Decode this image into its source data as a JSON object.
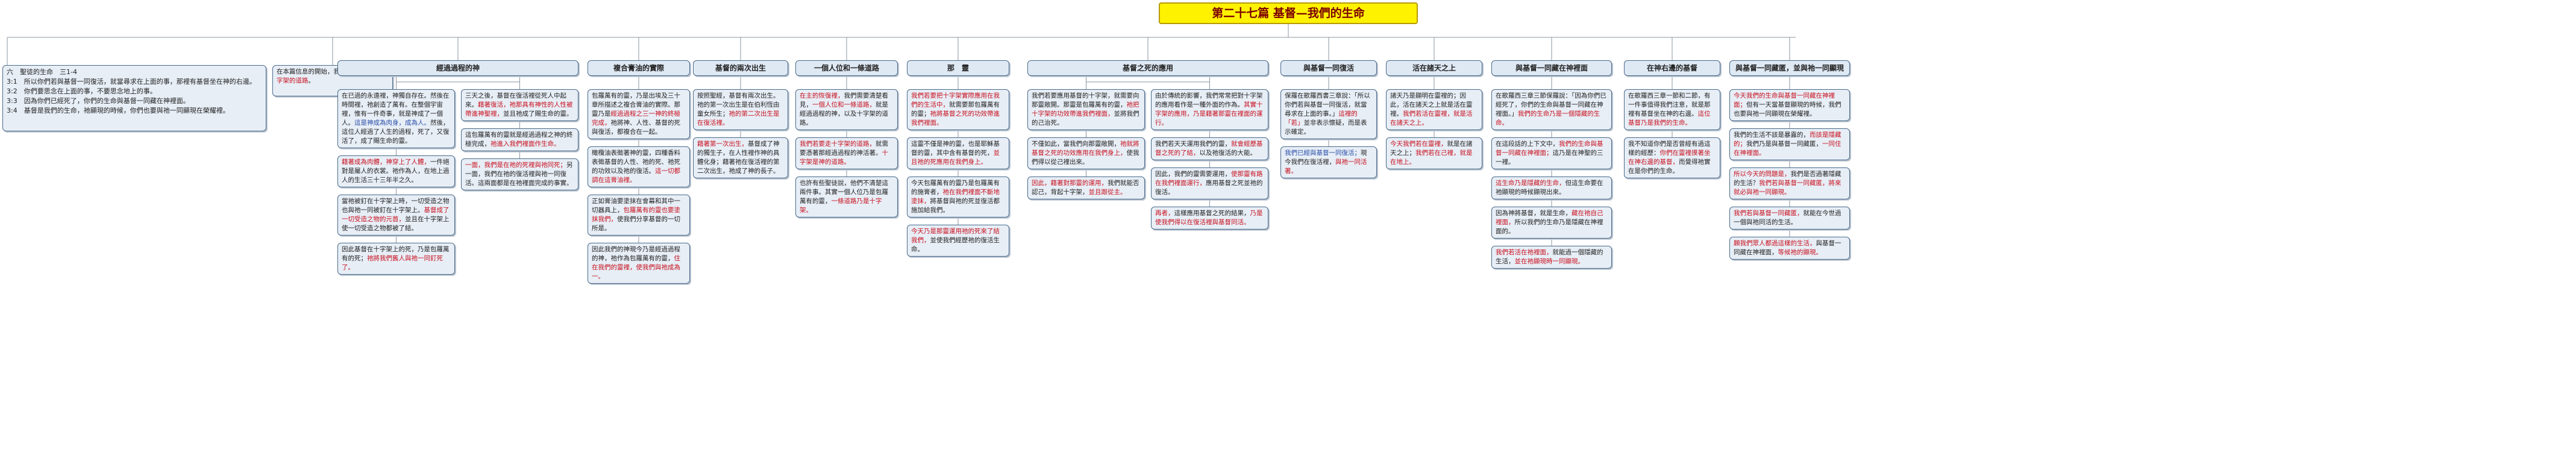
{
  "map": {
    "root": "第二十七篇 基督—我們的生命",
    "intro": "六　聖徒的生命　三1-4\n3:1　所以你們若與基督一同復活，就當尋求在上面的事，那裡有基督坐在神的右邊。\n3:2　你們要思念在上面的事，不要思念地上的事。\n3:3　因為你們已經死了，你們的生命與基督一同藏在神裡面。\n3:4　基督是我們的生命，祂顯現的時候，你們也要與祂一同顯現在榮耀裡。",
    "note": [
      {
        "t": "在本篇信息的開始，我要進一步說到"
      },
      {
        "t": "十字架的道路",
        "c": "red"
      },
      {
        "t": "。"
      }
    ],
    "branches": [
      {
        "title": "經過過程的神",
        "cards": [
          {
            "col": 0,
            "segs": [
              {
                "t": "在已過的永遠裡，神獨自存在。然後在時間裡，祂創造了萬有。在整個宇宙裡，惟有一件奇事，就是神成了一個人。"
              },
              {
                "t": "這是神成為肉身，成為人。",
                "c": "blue"
              },
              {
                "t": "然後，這位人經過了人生的過程，死了，又復活了，成了賜生命的靈。"
              }
            ]
          },
          {
            "col": 0,
            "segs": [
              {
                "t": "藉著成為肉體，神穿上了人體，",
                "c": "red"
              },
              {
                "t": "一件絕對是屬人的衣裳。祂作為人，在地上過人的生活三十三年半之久。"
              }
            ]
          },
          {
            "col": 0,
            "segs": [
              {
                "t": "當祂被釘在十字架上時，一切受造之物也與祂一同被釘在十字架上。"
              },
              {
                "t": "基督成了一切受造之物的元首，",
                "c": "red"
              },
              {
                "t": "並且在十字架上使一切受造之物都被了結。"
              }
            ]
          },
          {
            "col": 0,
            "segs": [
              {
                "t": "因此基督在十字架上的死，乃是包羅萬有的死；"
              },
              {
                "t": "祂將我們舊人與祂一同釘死了。",
                "c": "red"
              }
            ]
          },
          {
            "col": 1,
            "segs": [
              {
                "t": "三天之後，基督在復活裡從死人中起來。"
              },
              {
                "t": "藉著復活，祂那具有神性的人性被帶進神聖裡，",
                "c": "red"
              },
              {
                "t": "並且祂成了賜生命的靈。"
              }
            ]
          },
          {
            "col": 1,
            "segs": [
              {
                "t": "這包羅萬有的靈就是經過過程之神的終極完成，"
              },
              {
                "t": "祂進入我們裡面作生命。",
                "c": "red"
              }
            ]
          },
          {
            "col": 1,
            "segs": [
              {
                "t": "一面，我們是在祂的死裡與祂同死；",
                "c": "red"
              },
              {
                "t": "另一面，我們在祂的復活裡與祂一同復活。這兩面都是在祂裡面完成的事實。"
              }
            ]
          }
        ]
      },
      {
        "title": "複合膏油的實際",
        "cards": [
          {
            "segs": [
              {
                "t": "包羅萬有的靈，乃是出埃及三十章所描述之複合膏油的實際。那靈乃是"
              },
              {
                "t": "經過過程之三一神的終極完成，",
                "c": "red"
              },
              {
                "t": "祂將神、人性、基督的死與復活，都複合在一起。"
              }
            ]
          },
          {
            "segs": [
              {
                "t": "橄欖油表徵著神的靈，四種香料表徵基督的人性、祂的死、祂死的功效以及祂的復活。"
              },
              {
                "t": "這一切都調在這膏油裡。",
                "c": "red"
              }
            ]
          },
          {
            "segs": [
              {
                "t": "正如膏油要塗抹在會幕和其中一切器具上，"
              },
              {
                "t": "包羅萬有的靈也要塗抹我們，",
                "c": "red"
              },
              {
                "t": "使我們分享基督的一切所是。"
              }
            ]
          },
          {
            "segs": [
              {
                "t": "因此我們的神現今乃是經過過程的神，祂作為包羅萬有的靈，"
              },
              {
                "t": "住在我們的靈裡，使我們與祂成為一。",
                "c": "red"
              }
            ]
          }
        ]
      },
      {
        "title": "基督的兩次出生",
        "cards": [
          {
            "segs": [
              {
                "t": "按照聖經，基督有兩次出生。祂的第一次出生是在伯利恆由童女所生；"
              },
              {
                "t": "祂的第二次出生是在復活裡。",
                "c": "red"
              }
            ]
          },
          {
            "segs": [
              {
                "t": "藉著第一次出生，",
                "c": "red"
              },
              {
                "t": "基督成了神的獨生子，在人性裡作神的具體化身；藉著祂在復活裡的第二次出生，祂成了神的長子。"
              }
            ]
          }
        ]
      },
      {
        "title": "一個人位和一條道路",
        "cards": [
          {
            "segs": [
              {
                "t": "在主的恢復裡，",
                "c": "red"
              },
              {
                "t": "我們需要清楚看見，"
              },
              {
                "t": "一個人位和一條道路，",
                "c": "red"
              },
              {
                "t": "就是經過過程的神，以及十字架的道路。"
              }
            ]
          },
          {
            "segs": [
              {
                "t": "我們若要走十字架的道路，",
                "c": "red"
              },
              {
                "t": "就需要憑著那經過過程的神活著。"
              },
              {
                "t": "十字架是神的道路。",
                "c": "red"
              }
            ]
          },
          {
            "segs": [
              {
                "t": "也許有些聖徒說，他們不清楚這兩件事。其實一個人位乃是包羅萬有的靈，"
              },
              {
                "t": "一條道路乃是十字架。",
                "c": "red"
              }
            ]
          }
        ]
      },
      {
        "title": "那　靈",
        "cards": [
          {
            "segs": [
              {
                "t": "我們若要把十字架實際應用在我們的生活中，",
                "c": "red"
              },
              {
                "t": "就需要那包羅萬有的靈；"
              },
              {
                "t": "祂將基督之死的功效帶進我們裡面。",
                "c": "red"
              }
            ]
          },
          {
            "segs": [
              {
                "t": "這靈不僅是神的靈，也是耶穌基督的靈，其中含有基督的死，"
              },
              {
                "t": "並且祂的死應用在我們身上。",
                "c": "red"
              }
            ]
          },
          {
            "segs": [
              {
                "t": "今天包羅萬有的靈乃是包羅萬有的施膏者，"
              },
              {
                "t": "祂在我們裡面不斷地塗抹，",
                "c": "red"
              },
              {
                "t": "將基督與祂的死並復活都施加給我們。"
              }
            ]
          },
          {
            "segs": [
              {
                "t": "今天乃是那靈運用祂的死來了結我們，",
                "c": "red"
              },
              {
                "t": "並使我們經歷祂的復活生命。"
              }
            ]
          }
        ]
      },
      {
        "title": "基督之死的應用",
        "cards": [
          {
            "col": 0,
            "segs": [
              {
                "t": "我們若要應用基督的十字架，就需要向那靈敞開。那靈是包羅萬有的靈，"
              },
              {
                "t": "祂把十字架的功效帶進我們裡面，",
                "c": "red"
              },
              {
                "t": "並將我們的己治死。"
              }
            ]
          },
          {
            "col": 0,
            "segs": [
              {
                "t": "不僅如此，當我們向那靈敞開，"
              },
              {
                "t": "祂就將基督之死的功效應用在我們身上，",
                "c": "red"
              },
              {
                "t": "使我們得以從己裡出來。"
              }
            ]
          },
          {
            "col": 0,
            "segs": [
              {
                "t": "因此，藉著對那靈的運用，",
                "c": "red"
              },
              {
                "t": "我們就能否認己，背起十字架，"
              },
              {
                "t": "並且跟從主。",
                "c": "red"
              }
            ]
          },
          {
            "col": 1,
            "segs": [
              {
                "t": "由於傳統的影響，我們常常把對十字架的應用看作是一種外面的作為。"
              },
              {
                "t": "其實十字架的應用，乃是藉著那靈在裡面的運行。",
                "c": "red"
              }
            ]
          },
          {
            "col": 1,
            "segs": [
              {
                "t": "我們若天天運用我們的靈，"
              },
              {
                "t": "就會經歷基督之死的了結，",
                "c": "red"
              },
              {
                "t": "以及祂復活的大能。"
              }
            ]
          },
          {
            "col": 1,
            "segs": [
              {
                "t": "因此，我們的靈需要運用，"
              },
              {
                "t": "使那靈有路在我們裡面運行，",
                "c": "red"
              },
              {
                "t": "應用基督之死並祂的復活。"
              }
            ]
          },
          {
            "col": 1,
            "segs": [
              {
                "t": "再者，",
                "c": "red"
              },
              {
                "t": "這樣應用基督之死的結果，"
              },
              {
                "t": "乃是使我們得以在復活裡與基督同活。",
                "c": "red"
              }
            ]
          }
        ]
      },
      {
        "title": "與基督一同復活",
        "cards": [
          {
            "segs": [
              {
                "t": "保羅在歌羅西書三章說：「所以你們若與基督一同復活，就當尋求在上面的事。」"
              },
              {
                "t": "這裡的「若」",
                "c": "red"
              },
              {
                "t": "並非表示懷疑，而是表示確定。"
              }
            ]
          },
          {
            "segs": [
              {
                "t": "我們已經與基督一同復活；",
                "c": "blue"
              },
              {
                "t": "現今我們在復活裡，"
              },
              {
                "t": "與祂一同活著。",
                "c": "red"
              }
            ]
          }
        ]
      },
      {
        "title": "活在諸天之上",
        "cards": [
          {
            "segs": [
              {
                "t": "諸天乃是顯明在靈裡的；因此，活在諸天之上就是活在靈裡。"
              },
              {
                "t": "我們若活在靈裡，就是活在諸天之上。",
                "c": "red"
              }
            ]
          },
          {
            "segs": [
              {
                "t": "今天我們若在靈裡，",
                "c": "red"
              },
              {
                "t": "就是在諸天之上；"
              },
              {
                "t": "我們若在己裡，就是在地上。",
                "c": "red"
              }
            ]
          }
        ]
      },
      {
        "title": "與基督一同藏在神裡面",
        "cards": [
          {
            "segs": [
              {
                "t": "在歌羅西三章三節保羅說：「因為你們已經死了，你們的生命與基督一同藏在神裡面。」"
              },
              {
                "t": "我們的生命乃是一個隱藏的生命。",
                "c": "red"
              }
            ]
          },
          {
            "segs": [
              {
                "t": "在這段話的上下文中，"
              },
              {
                "t": "我們的生命與基督一同藏在神裡面；",
                "c": "red"
              },
              {
                "t": "這乃是在神聖的三一裡。"
              }
            ]
          },
          {
            "segs": [
              {
                "t": "這生命乃是隱藏的生命，",
                "c": "red"
              },
              {
                "t": "但這生命要在祂顯現的時候顯現出來。"
              }
            ]
          },
          {
            "segs": [
              {
                "t": "因為神將基督，就是生命，"
              },
              {
                "t": "藏在祂自己裡面，",
                "c": "red"
              },
              {
                "t": "所以我們的生命乃是隱藏在神裡面的。"
              }
            ]
          },
          {
            "segs": [
              {
                "t": "我們若活在祂裡面，",
                "c": "red"
              },
              {
                "t": "就能過一個隱藏的生活，"
              },
              {
                "t": "並在祂顯現時一同顯現。",
                "c": "red"
              }
            ]
          }
        ]
      },
      {
        "title": "在神右邊的基督",
        "cards": [
          {
            "segs": [
              {
                "t": "在歌羅西三章一節和二節，有一件事值得我們注意，就是那裡有基督坐在神的右邊。"
              },
              {
                "t": "這位基督乃是我們的生命。",
                "c": "red"
              }
            ]
          },
          {
            "segs": [
              {
                "t": "我不知道你們是否曾經有過這樣的經歷："
              },
              {
                "t": "你們在靈裡摸著坐在神右邊的基督，",
                "c": "red"
              },
              {
                "t": "而覺得祂實在是你們的生命。"
              }
            ]
          }
        ]
      },
      {
        "title": "與基督一同藏匿，並與祂一同顯現",
        "cards": [
          {
            "segs": [
              {
                "t": "今天我們的生命與基督一同藏在神裡面；",
                "c": "red"
              },
              {
                "t": "但有一天當基督顯現的時候，我們也要與祂一同顯現在榮耀裡。"
              }
            ]
          },
          {
            "segs": [
              {
                "t": "我們的生活不該是暴露的，"
              },
              {
                "t": "而該是隱藏的；",
                "c": "red"
              },
              {
                "t": "我們乃是與基督一同藏匿，"
              },
              {
                "t": "一同住在神裡面。",
                "c": "red"
              }
            ]
          },
          {
            "segs": [
              {
                "t": "所以今天的問題是，",
                "c": "red"
              },
              {
                "t": "我們是否過著隱藏的生活？"
              },
              {
                "t": "我們若與基督一同藏匿，將來就必與祂一同顯現。",
                "c": "red"
              }
            ]
          },
          {
            "segs": [
              {
                "t": "我們若與基督一同藏匿，",
                "c": "red"
              },
              {
                "t": "就能在今世過一個與祂同活的生活。"
              }
            ]
          },
          {
            "segs": [
              {
                "t": "願我們眾人都過這樣的生活，",
                "c": "red"
              },
              {
                "t": "與基督一同藏在神裡面，"
              },
              {
                "t": "等候祂的顯現。",
                "c": "red"
              }
            ]
          }
        ]
      }
    ]
  }
}
